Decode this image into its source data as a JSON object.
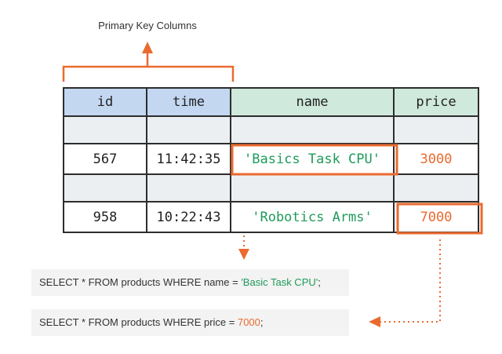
{
  "header": {
    "primary_key_label": "Primary Key Columns"
  },
  "table": {
    "columns": [
      {
        "label": "id",
        "kind": "key"
      },
      {
        "label": "time",
        "kind": "key"
      },
      {
        "label": "name",
        "kind": "value"
      },
      {
        "label": "price",
        "kind": "value"
      }
    ],
    "rows": [
      {
        "id": "",
        "time": "",
        "name": "",
        "price": ""
      },
      {
        "id": "567",
        "time": "11:42:35",
        "name": "'Basics Task CPU'",
        "price": "3000"
      },
      {
        "id": "",
        "time": "",
        "name": "",
        "price": ""
      },
      {
        "id": "958",
        "time": "10:22:43",
        "name": "'Robotics Arms'",
        "price": "7000"
      }
    ]
  },
  "queries": [
    {
      "prefix": "SELECT * FROM products WHERE name = ",
      "value": "'Basic Task CPU'",
      "suffix": ";"
    },
    {
      "prefix": "SELECT * FROM products WHERE price = ",
      "value": "7000",
      "suffix": ";"
    }
  ],
  "colors": {
    "accent_orange": "#ea6a2f",
    "green_text": "#1e9b5b",
    "key_header_blue": "#c3d7f1",
    "value_header_green": "#cfe9dc",
    "empty_row_gray": "#eceff2"
  }
}
